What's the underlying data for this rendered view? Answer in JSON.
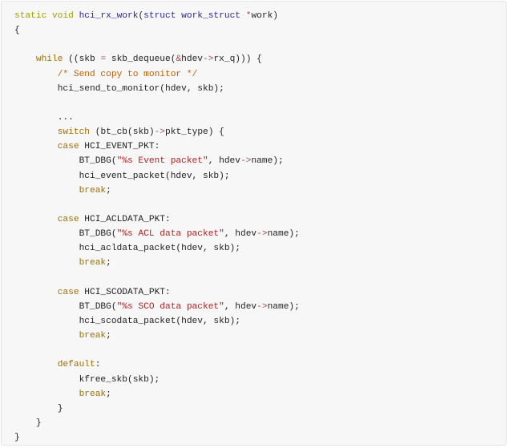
{
  "code": {
    "lines": [
      [
        {
          "t": "static void ",
          "c": "kw"
        },
        {
          "t": "hci_rx_work",
          "c": "fn"
        },
        {
          "t": "(",
          "c": ""
        },
        {
          "t": "struct work_struct ",
          "c": "ty"
        },
        {
          "t": "*",
          "c": "op"
        },
        {
          "t": "work)",
          "c": ""
        }
      ],
      [
        {
          "t": "{",
          "c": ""
        }
      ],
      [
        {
          "t": "",
          "c": ""
        }
      ],
      [
        {
          "t": "    ",
          "c": ""
        },
        {
          "t": "while",
          "c": "kw2"
        },
        {
          "t": " ((skb ",
          "c": ""
        },
        {
          "t": "=",
          "c": "op"
        },
        {
          "t": " skb_dequeue(",
          "c": ""
        },
        {
          "t": "&",
          "c": "op"
        },
        {
          "t": "hdev",
          "c": ""
        },
        {
          "t": "->",
          "c": "op"
        },
        {
          "t": "rx_q))) {",
          "c": ""
        }
      ],
      [
        {
          "t": "        ",
          "c": ""
        },
        {
          "t": "/* Send copy to monitor */",
          "c": "cm"
        }
      ],
      [
        {
          "t": "        hci_send_to_monitor(hdev, skb);",
          "c": ""
        }
      ],
      [
        {
          "t": "",
          "c": ""
        }
      ],
      [
        {
          "t": "        ...",
          "c": ""
        }
      ],
      [
        {
          "t": "        ",
          "c": ""
        },
        {
          "t": "switch",
          "c": "kw2"
        },
        {
          "t": " (bt_cb(skb)",
          "c": ""
        },
        {
          "t": "->",
          "c": "op"
        },
        {
          "t": "pkt_type) {",
          "c": ""
        }
      ],
      [
        {
          "t": "        ",
          "c": ""
        },
        {
          "t": "case",
          "c": "kw2"
        },
        {
          "t": " HCI_EVENT_PKT:",
          "c": ""
        }
      ],
      [
        {
          "t": "            BT_DBG(",
          "c": ""
        },
        {
          "t": "\"%s Event packet\"",
          "c": "str"
        },
        {
          "t": ", hdev",
          "c": ""
        },
        {
          "t": "->",
          "c": "op"
        },
        {
          "t": "name);",
          "c": ""
        }
      ],
      [
        {
          "t": "            hci_event_packet(hdev, skb);",
          "c": ""
        }
      ],
      [
        {
          "t": "            ",
          "c": ""
        },
        {
          "t": "break",
          "c": "kw2"
        },
        {
          "t": ";",
          "c": ""
        }
      ],
      [
        {
          "t": "",
          "c": ""
        }
      ],
      [
        {
          "t": "        ",
          "c": ""
        },
        {
          "t": "case",
          "c": "kw2"
        },
        {
          "t": " HCI_ACLDATA_PKT:",
          "c": ""
        }
      ],
      [
        {
          "t": "            BT_DBG(",
          "c": ""
        },
        {
          "t": "\"%s ACL data packet\"",
          "c": "str"
        },
        {
          "t": ", hdev",
          "c": ""
        },
        {
          "t": "->",
          "c": "op"
        },
        {
          "t": "name);",
          "c": ""
        }
      ],
      [
        {
          "t": "            hci_acldata_packet(hdev, skb);",
          "c": ""
        }
      ],
      [
        {
          "t": "            ",
          "c": ""
        },
        {
          "t": "break",
          "c": "kw2"
        },
        {
          "t": ";",
          "c": ""
        }
      ],
      [
        {
          "t": "",
          "c": ""
        }
      ],
      [
        {
          "t": "        ",
          "c": ""
        },
        {
          "t": "case",
          "c": "kw2"
        },
        {
          "t": " HCI_SCODATA_PKT:",
          "c": ""
        }
      ],
      [
        {
          "t": "            BT_DBG(",
          "c": ""
        },
        {
          "t": "\"%s SCO data packet\"",
          "c": "str"
        },
        {
          "t": ", hdev",
          "c": ""
        },
        {
          "t": "->",
          "c": "op"
        },
        {
          "t": "name);",
          "c": ""
        }
      ],
      [
        {
          "t": "            hci_scodata_packet(hdev, skb);",
          "c": ""
        }
      ],
      [
        {
          "t": "            ",
          "c": ""
        },
        {
          "t": "break",
          "c": "kw2"
        },
        {
          "t": ";",
          "c": ""
        }
      ],
      [
        {
          "t": "",
          "c": ""
        }
      ],
      [
        {
          "t": "        ",
          "c": ""
        },
        {
          "t": "default",
          "c": "kw2"
        },
        {
          "t": ":",
          "c": ""
        }
      ],
      [
        {
          "t": "            kfree_skb(skb);",
          "c": ""
        }
      ],
      [
        {
          "t": "            ",
          "c": ""
        },
        {
          "t": "break",
          "c": "kw2"
        },
        {
          "t": ";",
          "c": ""
        }
      ],
      [
        {
          "t": "        }",
          "c": ""
        }
      ],
      [
        {
          "t": "    }",
          "c": ""
        }
      ],
      [
        {
          "t": "}",
          "c": ""
        }
      ]
    ]
  },
  "colors": {
    "background": "#f7f7f7",
    "border": "#e3e3e3",
    "text": "#1f1f1f",
    "keyword": "#a0a000",
    "control_keyword": "#a07000",
    "function_name": "#2a2aa0",
    "string": "#b22222",
    "comment": "#c06000",
    "operator": "#a05050"
  }
}
